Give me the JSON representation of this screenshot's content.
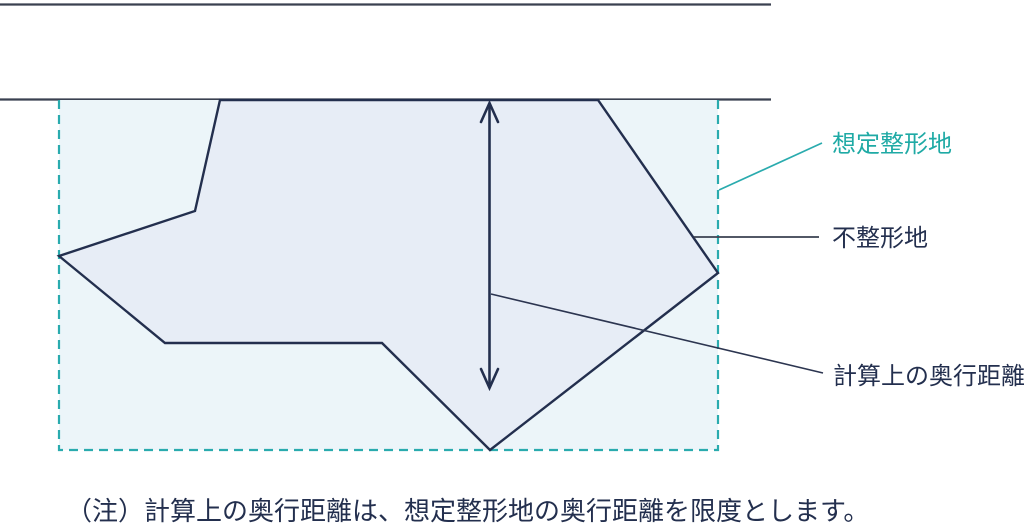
{
  "figure": {
    "labels": {
      "assumed_shaped_land": "想定整形地",
      "irregular_land": "不整形地",
      "calculated_depth_distance": "計算上の奥行距離"
    },
    "note": "（注）計算上の奥行距離は、想定整形地の奥行距離を限度とします。",
    "colors": {
      "teal_accent": "#2aabae",
      "teal_label_text": "#1faaa5",
      "navy_ink": "#232f4e",
      "road_line": "#3a4150",
      "assumed_land_fill": "#ecf5f9",
      "irregular_land_fill": "#e7edf6"
    }
  }
}
